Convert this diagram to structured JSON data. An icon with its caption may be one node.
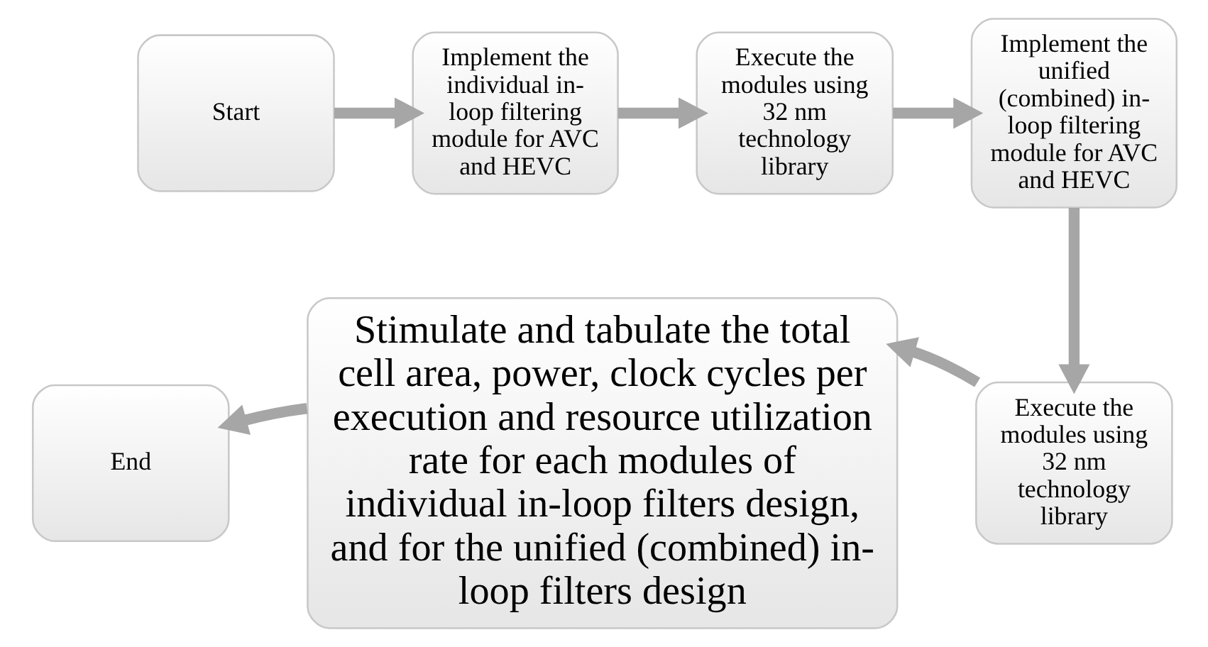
{
  "diagram": {
    "nodes": [
      {
        "text": [
          "Start"
        ]
      },
      {
        "text": [
          "Implement the individual in-loop filtering module for AVC and HEVC"
        ]
      },
      {
        "text": [
          "Execute the modules using 32 nm technology library"
        ]
      },
      {
        "text": [
          "Implement the unified (combined) in-loop filtering module for AVC and HEVC"
        ]
      },
      {
        "text": [
          "Execute the modules using 32 nm technology library"
        ]
      },
      {
        "text": [
          "Stimulate and tabulate the total cell area, power, clock cycles per execution and resource utilization rate for each modules of individual in-loop filters design, and for the unified (combined) in-loop filters design"
        ]
      },
      {
        "text": [
          "End"
        ]
      }
    ],
    "edges": [
      {
        "from": 0,
        "to": 1,
        "arrow": "to"
      },
      {
        "from": 1,
        "to": 2,
        "arrow": "to"
      },
      {
        "from": 2,
        "to": 3,
        "arrow": "to"
      },
      {
        "from": 3,
        "to": 4,
        "arrow": "to"
      },
      {
        "from": 4,
        "to": 5,
        "arrow": "to"
      },
      {
        "from": 5,
        "to": 6,
        "arrow": "to"
      }
    ]
  }
}
